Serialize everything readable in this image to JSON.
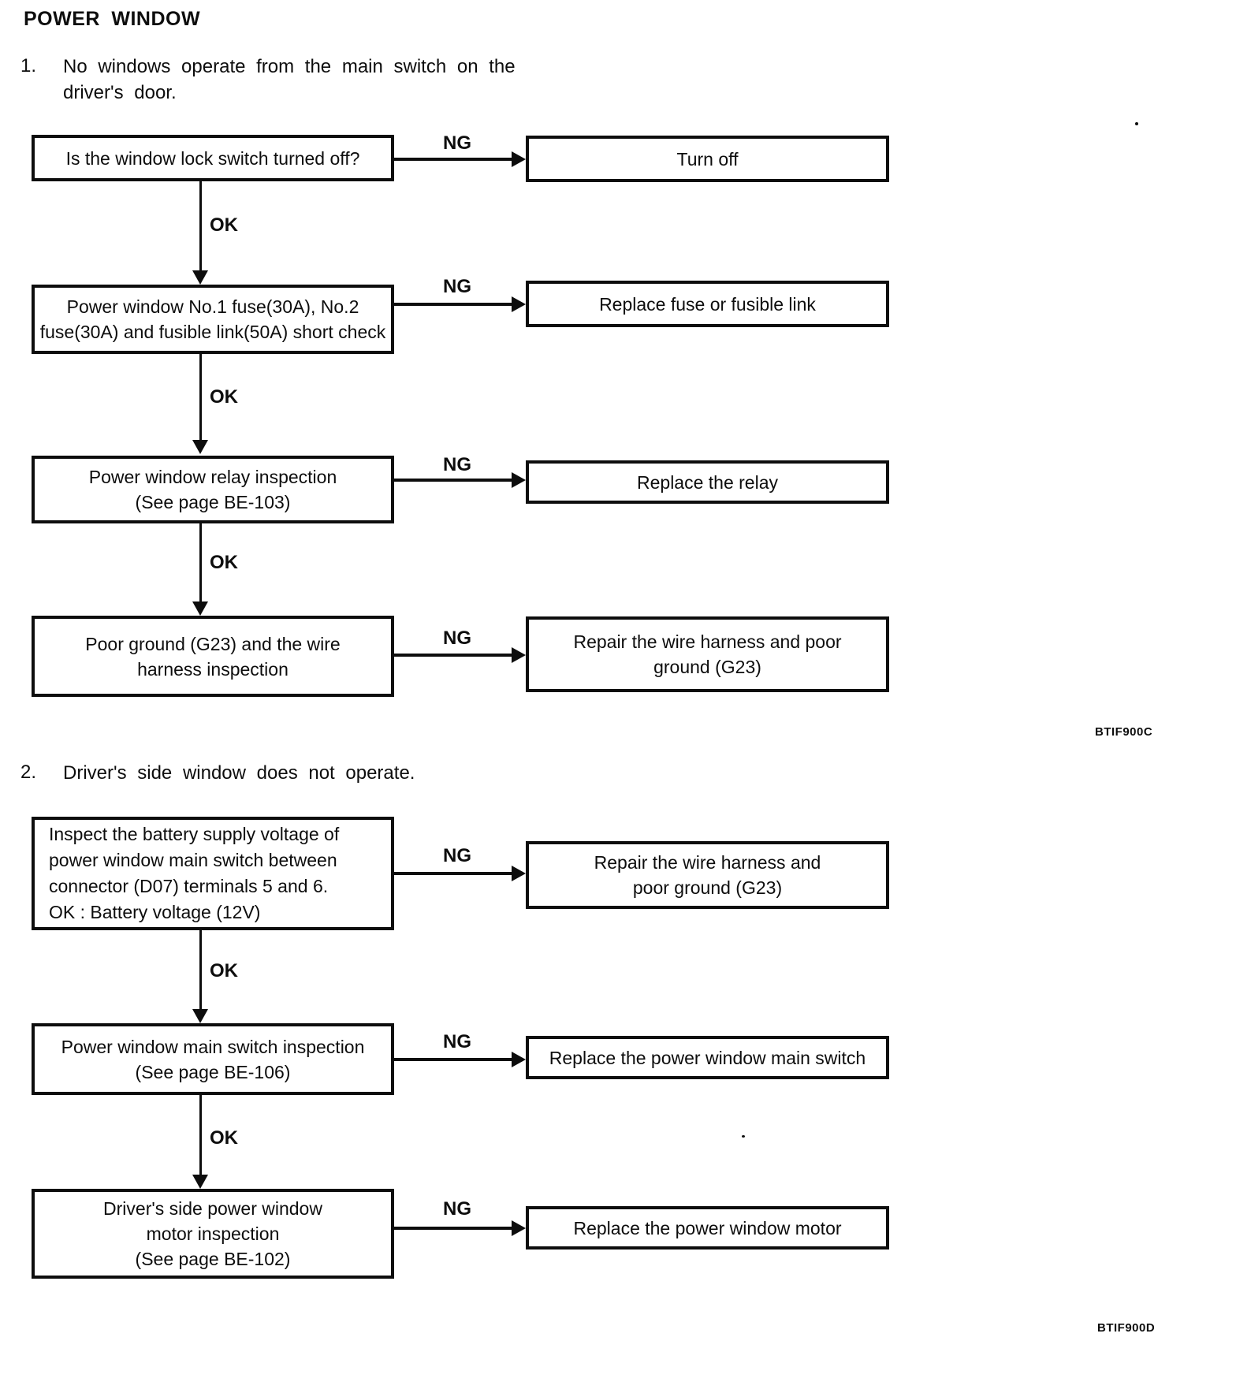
{
  "page_title": "POWER WINDOW",
  "labels": {
    "ng": "NG",
    "ok": "OK"
  },
  "sections": [
    {
      "number": "1.",
      "heading": "No windows operate from the main switch on the\ndriver's door.",
      "figure_code": "BTIF900C",
      "rows": [
        {
          "check": "Is the window lock switch turned off?",
          "action": "Turn off"
        },
        {
          "check": "Power window No.1 fuse(30A), No.2\nfuse(30A) and fusible link(50A) short check",
          "action": "Replace fuse or fusible link"
        },
        {
          "check": "Power window relay inspection\n(See page BE-103)",
          "action": "Replace the relay"
        },
        {
          "check": "Poor ground (G23) and the wire\nharness inspection",
          "action": "Repair the wire harness and poor\nground (G23)"
        }
      ]
    },
    {
      "number": "2.",
      "heading": "Driver's side window does not operate.",
      "figure_code": "BTIF900D",
      "rows": [
        {
          "check": "Inspect the battery supply voltage of\npower window main switch between\nconnector (D07) terminals 5 and 6.\nOK : Battery voltage (12V)",
          "action": "Repair the wire harness and\npoor ground (G23)"
        },
        {
          "check": "Power window main switch inspection\n(See page BE-106)",
          "action": "Replace the power window main switch"
        },
        {
          "check": "Driver's side power window\nmotor inspection\n(See page BE-102)",
          "action": "Replace the power window motor"
        }
      ]
    }
  ],
  "ink_color": "#0d0d0d",
  "paper_color": "#ffffff"
}
